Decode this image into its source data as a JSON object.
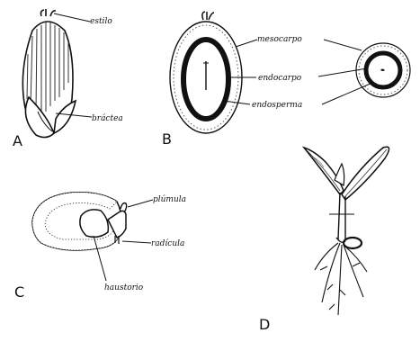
{
  "panels": {
    "a": "A",
    "b": "B",
    "c": "C",
    "d": "D"
  },
  "labels": {
    "estilo": "estilo",
    "bracteas": "bráctea",
    "mesocarpo": "mesocarpo",
    "endocarpo": "endocarpo",
    "endosperma": "endosperma",
    "plumula": "plúmula",
    "radicula": "radícula",
    "haustorio": "haustorio"
  }
}
